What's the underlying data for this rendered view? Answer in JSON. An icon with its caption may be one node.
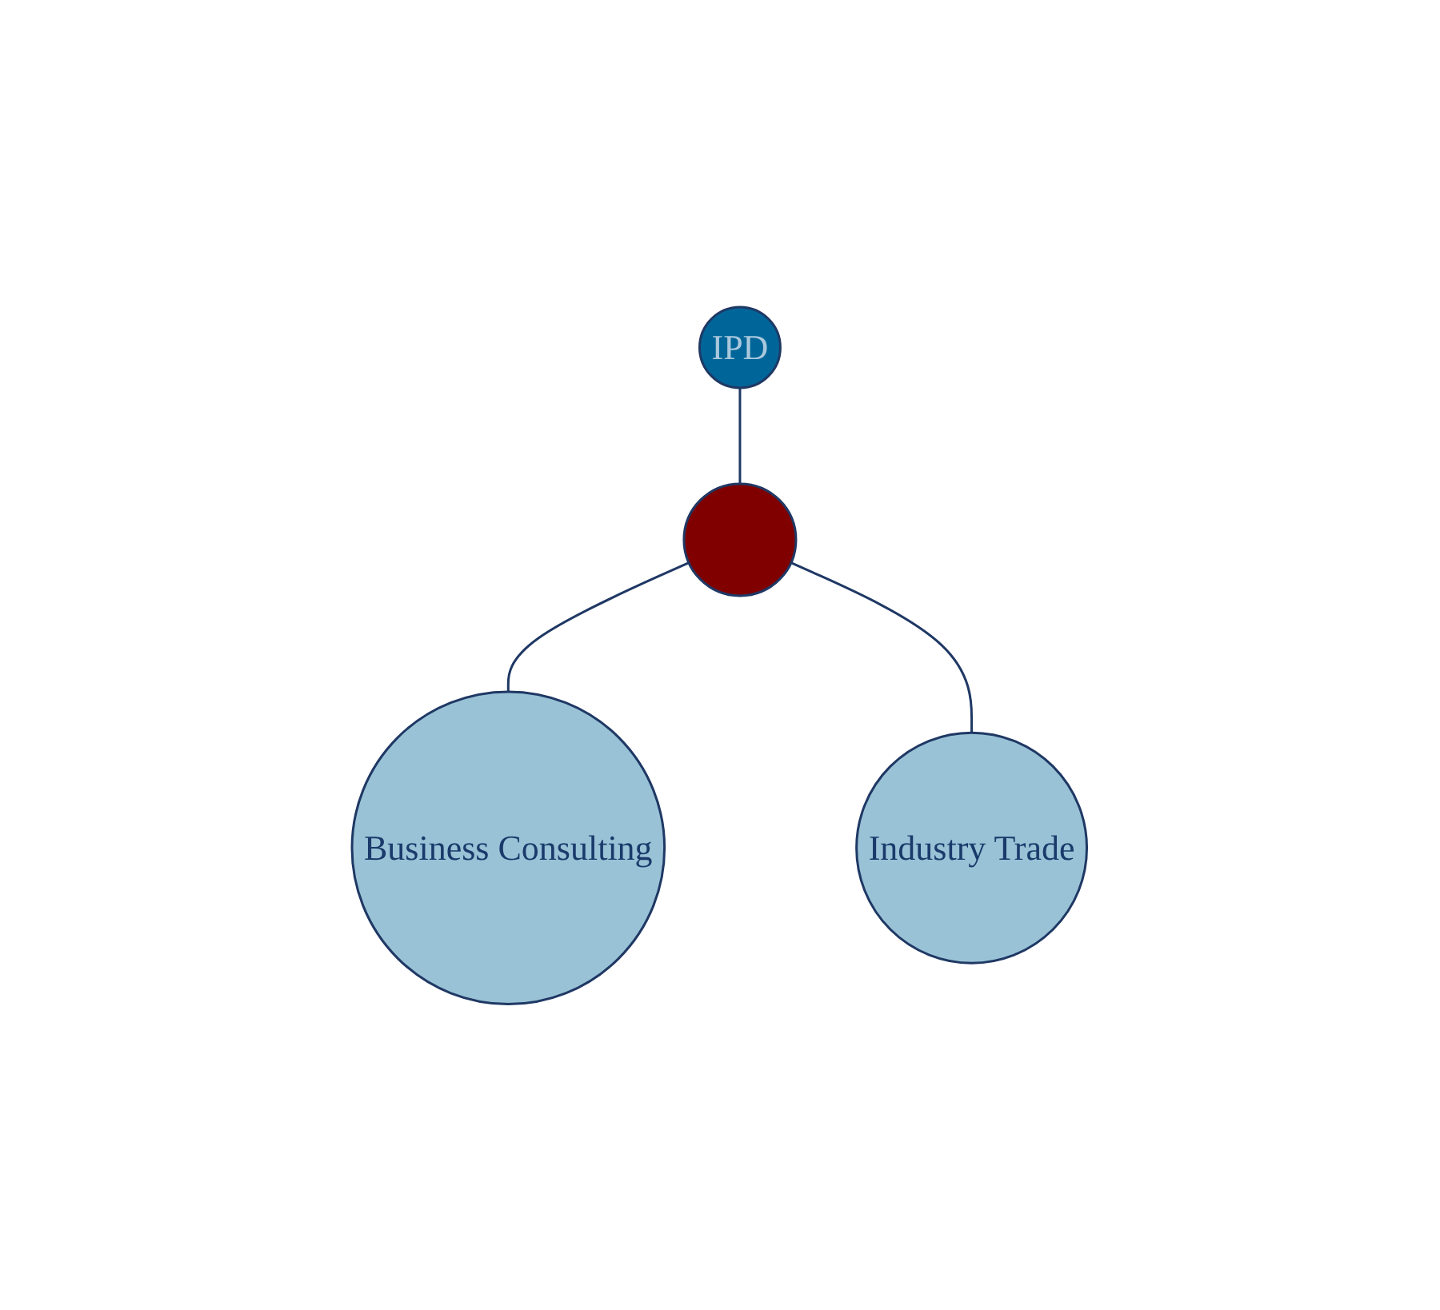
{
  "diagram": {
    "nodes": [
      {
        "text": [
          "IPD"
        ]
      },
      {
        "text": [],
        "shape": "circle"
      },
      {
        "text": [
          "Business Consulting"
        ]
      },
      {
        "text": [
          "Industry Trade"
        ]
      }
    ],
    "edges": [
      {
        "from": 0,
        "to": 1,
        "arrow": "none"
      },
      {
        "from": 1,
        "to": 2,
        "arrow": "none"
      },
      {
        "from": 1,
        "to": 3,
        "arrow": "none"
      }
    ]
  }
}
